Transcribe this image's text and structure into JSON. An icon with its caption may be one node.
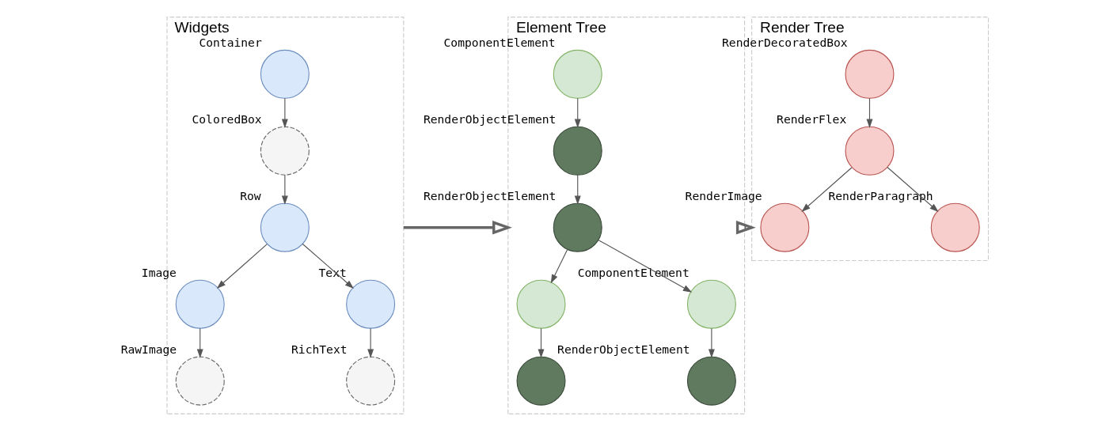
{
  "diagram": {
    "nodes": [
      {
        "text": [
          "Widgets"
        ]
      },
      {
        "text": [],
        "shape": "circle",
        "in": 0,
        "beside": [
          "Container"
        ]
      },
      {
        "text": [],
        "shape": "circle",
        "in": 0,
        "beside": [
          "ColoredBox"
        ]
      },
      {
        "text": [],
        "shape": "circle",
        "in": 0,
        "beside": [
          "Row"
        ]
      },
      {
        "text": [],
        "shape": "circle",
        "in": 0,
        "beside": [
          "Image"
        ]
      },
      {
        "text": [],
        "shape": "circle",
        "in": 0,
        "beside": [
          "Text"
        ]
      },
      {
        "text": [],
        "shape": "circle",
        "in": 0,
        "beside": [
          "RawImage"
        ]
      },
      {
        "text": [],
        "shape": "circle",
        "in": 0,
        "beside": [
          "RichText"
        ]
      },
      {
        "text": [
          "Element Tree"
        ]
      },
      {
        "text": [],
        "shape": "circle",
        "in": 8,
        "beside": [
          "ComponentElement"
        ]
      },
      {
        "text": [],
        "shape": "circle",
        "in": 8,
        "beside": [
          "RenderObjectElement"
        ]
      },
      {
        "text": [],
        "shape": "circle",
        "in": 8,
        "beside": [
          "RenderObjectElement"
        ]
      },
      {
        "text": [],
        "shape": "circle",
        "in": 8
      },
      {
        "text": [],
        "shape": "circle",
        "in": 8,
        "beside": [
          "ComponentElement"
        ]
      },
      {
        "text": [],
        "shape": "circle",
        "in": 8
      },
      {
        "text": [],
        "shape": "circle",
        "in": 8,
        "beside": [
          "RenderObjectElement"
        ]
      },
      {
        "text": [
          "Render Tree"
        ]
      },
      {
        "text": [],
        "shape": "circle",
        "in": 16,
        "beside": [
          "RenderDecoratedBox"
        ]
      },
      {
        "text": [],
        "shape": "circle",
        "in": 16,
        "beside": [
          "RenderFlex"
        ]
      },
      {
        "text": [],
        "shape": "circle",
        "in": 16,
        "beside": [
          "RenderImage"
        ]
      },
      {
        "text": [],
        "shape": "circle",
        "in": 16,
        "beside": [
          "RenderParagraph"
        ]
      }
    ],
    "edges": [
      {
        "from": 1,
        "to": 2,
        "arrow": "to"
      },
      {
        "from": 2,
        "to": 3,
        "arrow": "to"
      },
      {
        "from": 3,
        "to": 4,
        "arrow": "to"
      },
      {
        "from": 3,
        "to": 5,
        "arrow": "to"
      },
      {
        "from": 4,
        "to": 6,
        "arrow": "to"
      },
      {
        "from": 5,
        "to": 7,
        "arrow": "to"
      },
      {
        "from": 0,
        "to": 8,
        "arrow": "to",
        "style": "thick"
      },
      {
        "from": 9,
        "to": 10,
        "arrow": "to"
      },
      {
        "from": 10,
        "to": 11,
        "arrow": "to"
      },
      {
        "from": 11,
        "to": 12,
        "arrow": "to"
      },
      {
        "from": 11,
        "to": 13,
        "arrow": "to"
      },
      {
        "from": 12,
        "to": 14,
        "arrow": "to"
      },
      {
        "from": 13,
        "to": 15,
        "arrow": "to"
      },
      {
        "from": 8,
        "to": 16,
        "arrow": "to",
        "style": "thick"
      },
      {
        "from": 17,
        "to": 18,
        "arrow": "to"
      },
      {
        "from": 18,
        "to": 19,
        "arrow": "to"
      },
      {
        "from": 18,
        "to": 20,
        "arrow": "to"
      }
    ]
  }
}
